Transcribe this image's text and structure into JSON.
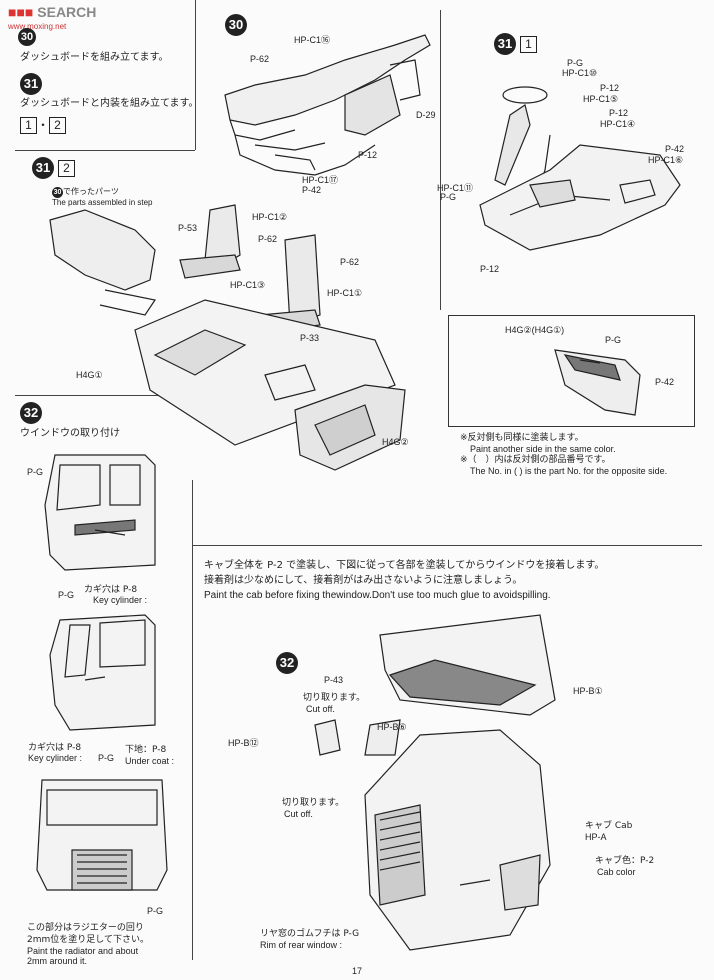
{
  "watermark": {
    "main": "SEARCH",
    "sub": "www.moxing.net"
  },
  "left_top": {
    "step_a_jp": "ダッシュボードを組み立てます。",
    "step31": "31",
    "step31_jp": "ダッシュボードと内装を組み立てます。",
    "box1": "1",
    "dot": "・",
    "box2": "2"
  },
  "step30": {
    "num": "30",
    "labels": [
      "HP-C1⑯",
      "P-62",
      "P-12",
      "D-29",
      "HP-C1⑰",
      "P-42"
    ]
  },
  "step31_1": {
    "num": "31",
    "box": "1",
    "labels": [
      "P-G",
      "HP-C1⑩",
      "P-12",
      "HP-C1⑤",
      "P-12",
      "HP-C1④",
      "P-42",
      "HP-C1⑥",
      "HP-C1⑪",
      "P-G",
      "P-12"
    ]
  },
  "step31_2": {
    "num": "31",
    "box": "2",
    "note_jp": "で作ったパーツ",
    "note_en": "The parts assembled in step",
    "note_step": "30",
    "labels": [
      "P-53",
      "HP-C1②",
      "P-62",
      "HP-C1③",
      "P-62",
      "HP-C1①",
      "P-33",
      "H4G①",
      "H4G②"
    ]
  },
  "inset": {
    "title": "H4G②(H4G①)",
    "labels": [
      "P-G",
      "P-42"
    ],
    "note1_jp": "※反対側も同様に塗装します。",
    "note1_en": "Paint another side in the same color.",
    "note2_jp": "※（　）内は反対側の部品番号です。",
    "note2_en": "The No. in (   ) is the part No. for the opposite side."
  },
  "step32_left": {
    "num": "32",
    "title_jp": "ウインドウの取り付け",
    "pc1": "P-G",
    "key1_jp": "カギ穴は P-8",
    "key1_en": "Key cylinder :",
    "pc2": "P-G",
    "key2_jp": "カギ穴は P-8",
    "key2_en": "Key cylinder :",
    "pc3": "P-G",
    "under_jp": "下地：P-8",
    "under_en": "Under coat :",
    "pc4": "P-G",
    "radiator_jp1": "この部分はラジエターの回り",
    "radiator_jp2": "2mm位を塗り足して下さい。",
    "radiator_en1": "Paint the radiator and about",
    "radiator_en2": "2mm around it."
  },
  "step32_main": {
    "num": "32",
    "inst_jp1": "キャブ全体を P-2 で塗装し、下図に従って各部を塗装してからウインドウを接着します。",
    "inst_jp2": "接着剤は少なめにして、接着剤がはみ出さないように注意しましょう。",
    "inst_en": "Paint the cab before fixing thewindow.Don't use too much glue to avoidspilling.",
    "labels": {
      "p43": "P-43",
      "hpb1": "HP-B①",
      "cut1_jp": "切り取ります。",
      "cut1_en": "Cut off.",
      "hpb6": "HP-B⑥",
      "hpb12": "HP-B⑫",
      "cut2_jp": "切り取ります。",
      "cut2_en": "Cut off.",
      "cab_jp": "キャブ Cab",
      "cab_part": "HP-A",
      "cabcolor_jp": "キャブ色：P-2",
      "cabcolor_en": "Cab color",
      "rear_jp": "リヤ窓のゴムフチは P-G",
      "rear_en": "Rim of rear window :"
    }
  },
  "page_number": "17"
}
